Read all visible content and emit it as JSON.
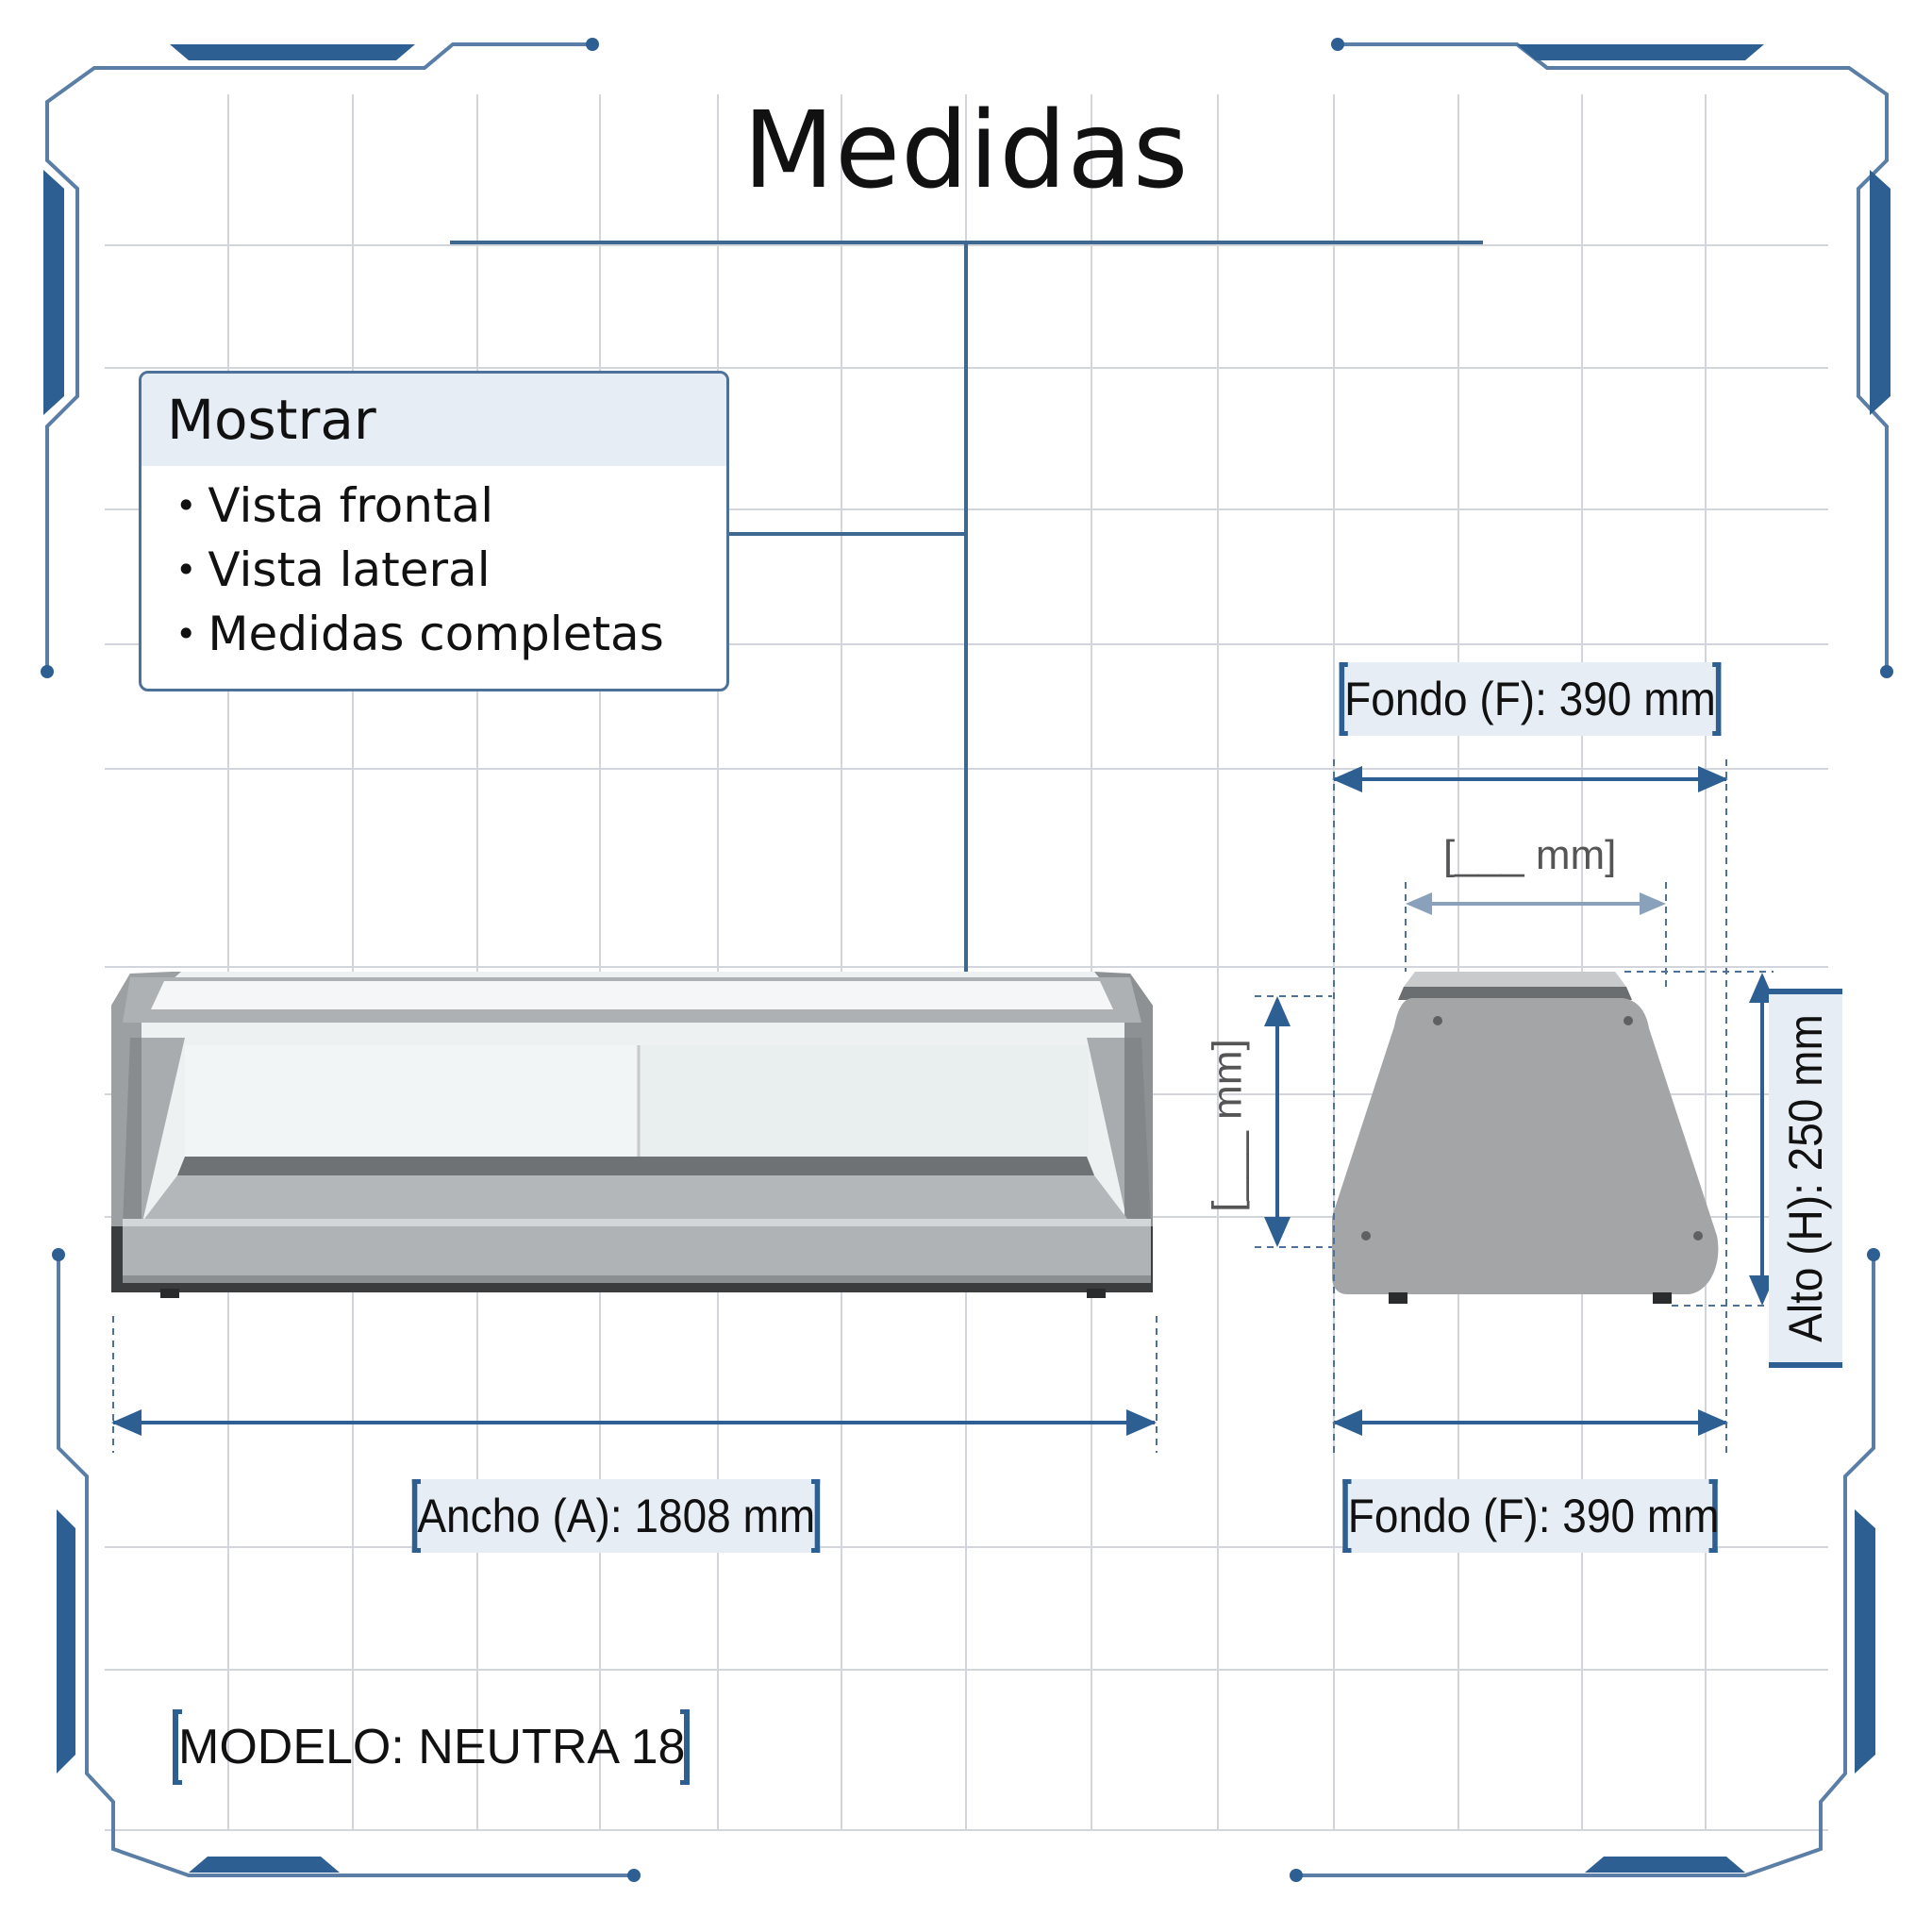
{
  "title": "Medidas",
  "show_box": {
    "heading": "Mostrar",
    "items": [
      "Vista frontal",
      "Vista lateral",
      "Medidas completas"
    ]
  },
  "dimensions": {
    "ancho": "Ancho (A): 1808 mm",
    "fondo_top": "Fondo (F): 390 mm",
    "fondo_bottom": "Fondo (F): 390 mm",
    "alto": "Alto (H): 250 mm",
    "blank_top": "[___ mm]",
    "blank_side": "[___ mm]"
  },
  "model": "MODELO: NEUTRA 18",
  "colors": {
    "frame_blue": "#2e5f92",
    "line_blue": "#3f6890",
    "grid": "#d2d6dc",
    "label_bg": "#e7edf4",
    "cabinet_grey": "#a3a5a6"
  }
}
